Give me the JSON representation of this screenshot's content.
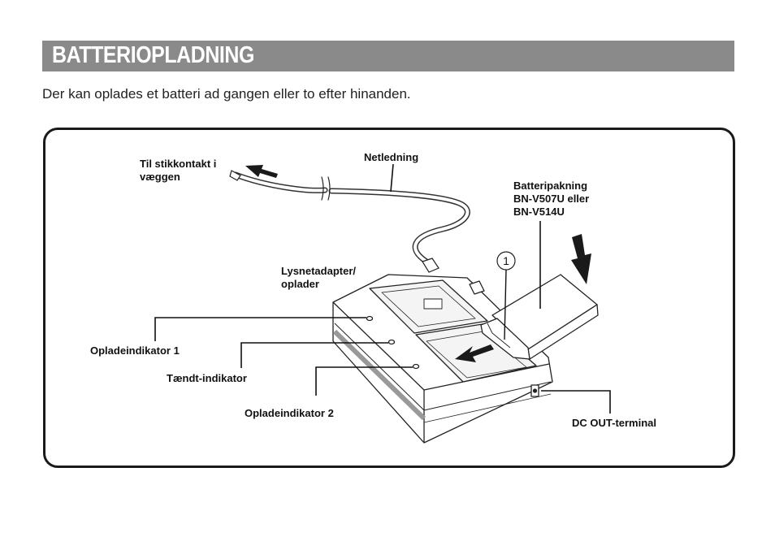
{
  "header": {
    "title": "BATTERIOPLADNING"
  },
  "intro": "Der kan oplades et batteri ad gangen eller to efter hinanden.",
  "labels": {
    "wall_outlet_line1": "Til stikkontakt i",
    "wall_outlet_line2": "væggen",
    "power_cord": "Netledning",
    "battery_line1": "Batteripakning",
    "battery_line2": "BN-V507U eller",
    "battery_line3": "BN-V514U",
    "adapter_line1": "Lysnetadapter/",
    "adapter_line2": "oplader",
    "charge_indicator_1": "Opladeindikator 1",
    "power_indicator": "Tændt-indikator",
    "charge_indicator_2": "Opladeindikator 2",
    "dc_out": "DC OUT-terminal",
    "callout_number": "1"
  }
}
